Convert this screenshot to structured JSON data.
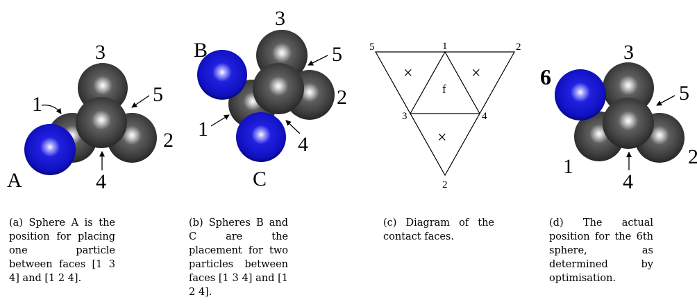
{
  "panel_a": {
    "labels": {
      "sphere": "A",
      "n1": "1",
      "n2": "2",
      "n3": "3",
      "n4": "4",
      "n5": "5"
    }
  },
  "panel_b": {
    "labels": {
      "sphere_b": "B",
      "sphere_c": "C",
      "n1": "1",
      "n2": "2",
      "n3": "3",
      "n4": "4",
      "n5": "5"
    }
  },
  "panel_c": {
    "vertices": {
      "v5": "5",
      "v1": "1",
      "v2_top": "2",
      "v3": "3",
      "v4": "4",
      "v2_bottom": "2"
    },
    "center_face": "f",
    "marker": "×"
  },
  "panel_d": {
    "labels": {
      "sphere": "6",
      "n1": "1",
      "n2": "2",
      "n3": "3",
      "n4": "4",
      "n5": "5"
    }
  },
  "captions": {
    "a": "(a) Sphere A is the position for placing one particle between faces [1 3 4] and [1 2 4].",
    "b": "(b) Spheres B and C are the placement for two particles between faces [1 3 4] and [1 2 4].",
    "c": "(c) Diagram of the contact faces.",
    "d": "(d) The actual position for the 6th sphere, as determined by optimisation."
  },
  "colors": {
    "grey_sphere": "#3a3a3a",
    "blue_sphere": "#1010c8"
  }
}
